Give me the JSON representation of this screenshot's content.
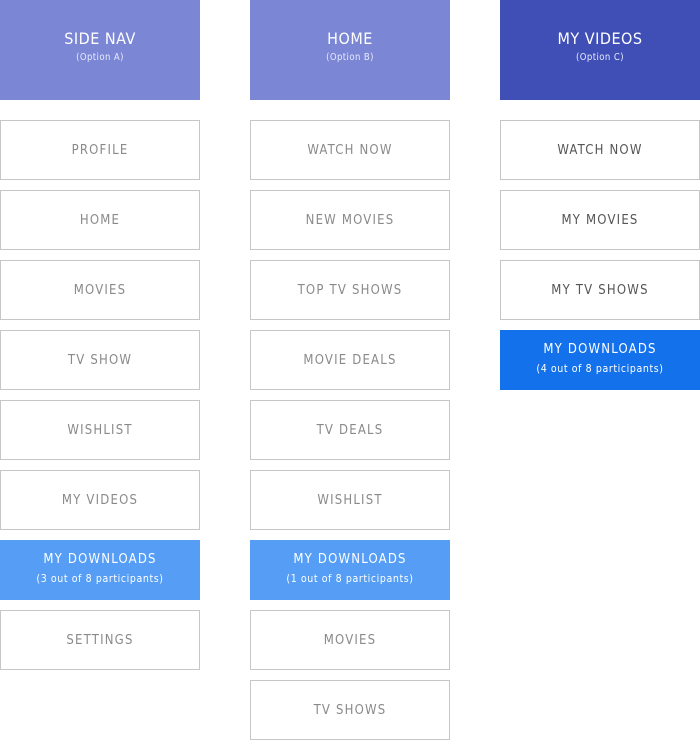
{
  "columns": [
    {
      "title": "SIDE NAV",
      "subtitle": "(Option A)",
      "header_color": "#7b86d4",
      "items": [
        {
          "label": "PROFILE",
          "sub": ""
        },
        {
          "label": "HOME",
          "sub": ""
        },
        {
          "label": "MOVIES",
          "sub": ""
        },
        {
          "label": "TV SHOW",
          "sub": ""
        },
        {
          "label": "WISHLIST",
          "sub": ""
        },
        {
          "label": "MY VIDEOS",
          "sub": ""
        },
        {
          "label": "MY DOWNLOADS",
          "sub": "(3 out of 8 participants)",
          "highlight_color": "#559df5"
        },
        {
          "label": "SETTINGS",
          "sub": ""
        }
      ]
    },
    {
      "title": "HOME",
      "subtitle": "(Option B)",
      "header_color": "#7b86d4",
      "items": [
        {
          "label": "WATCH NOW",
          "sub": ""
        },
        {
          "label": "NEW MOVIES",
          "sub": ""
        },
        {
          "label": "TOP TV SHOWS",
          "sub": ""
        },
        {
          "label": "MOVIE DEALS",
          "sub": ""
        },
        {
          "label": "TV DEALS",
          "sub": ""
        },
        {
          "label": "WISHLIST",
          "sub": ""
        },
        {
          "label": "MY DOWNLOADS",
          "sub": "(1 out of 8 participants)",
          "highlight_color": "#559df5"
        },
        {
          "label": "MOVIES",
          "sub": ""
        },
        {
          "label": "TV SHOWS",
          "sub": ""
        }
      ]
    },
    {
      "title": "MY VIDEOS",
      "subtitle": "(Option C)",
      "header_color": "#3f4fb5",
      "dark_labels": true,
      "items": [
        {
          "label": "WATCH NOW",
          "sub": ""
        },
        {
          "label": "MY MOVIES",
          "sub": ""
        },
        {
          "label": "MY TV SHOWS",
          "sub": ""
        },
        {
          "label": "MY DOWNLOADS",
          "sub": "(4 out of 8 participants)",
          "highlight_color": "#1471ec"
        }
      ]
    }
  ]
}
